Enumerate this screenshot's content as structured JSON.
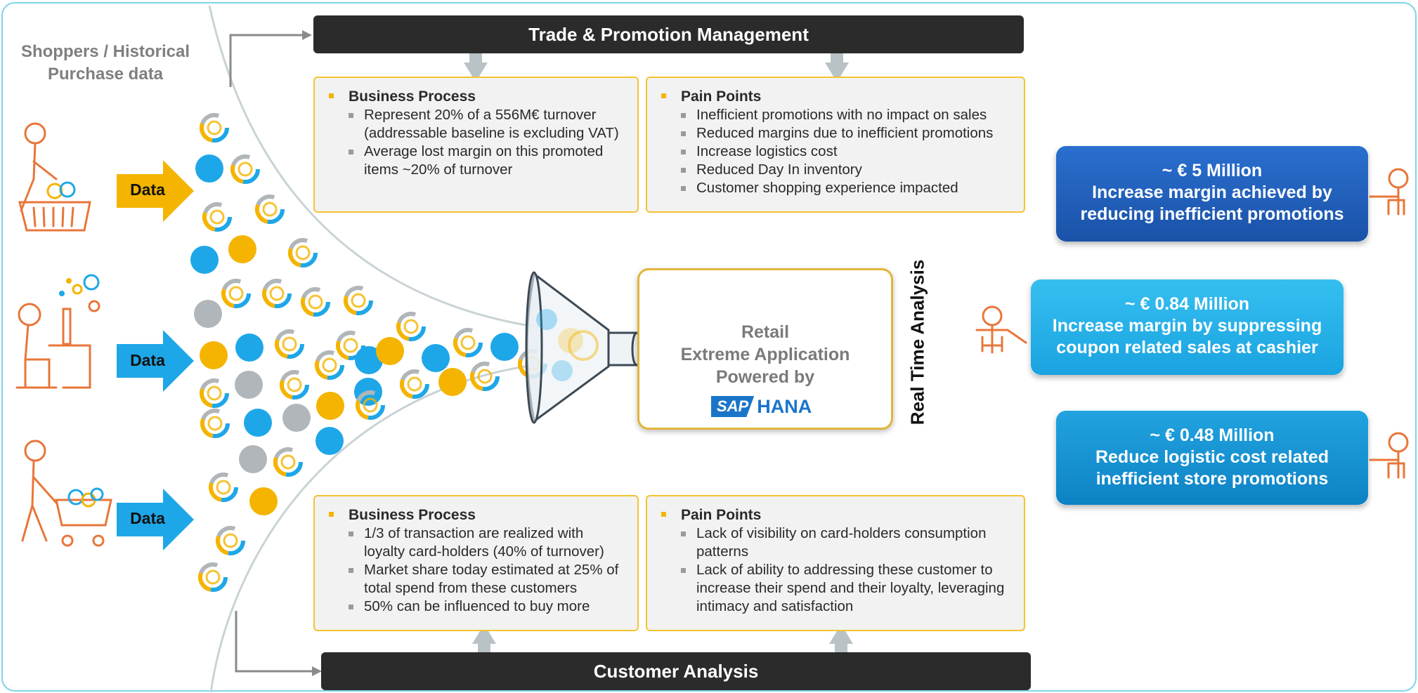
{
  "left_panel": {
    "title": "Shoppers / Historical Purchase data",
    "data_labels": [
      "Data",
      "Data",
      "Data"
    ]
  },
  "top_bar": {
    "title": "Trade & Promotion Management"
  },
  "top_boxes": [
    {
      "heading": "Business Process",
      "items": [
        "Represent 20% of a 556M€ turnover (addressable baseline is excluding VAT)",
        "Average lost margin on this promoted items ~20% of turnover"
      ]
    },
    {
      "heading": "Pain Points",
      "items": [
        "Inefficient promotions with no impact on sales",
        "Reduced margins due to inefficient promotions",
        "Increase logistics cost",
        "Reduced Day In inventory",
        "Customer shopping experience impacted"
      ]
    }
  ],
  "center": {
    "line1": "Retail",
    "line2": "Extreme Application",
    "line3": "Powered by",
    "logo_sap": "SAP",
    "logo_hana": "HANA"
  },
  "vertical_label": "Real Time Analysis",
  "bottom_boxes": [
    {
      "heading": "Business Process",
      "items": [
        "1/3 of transaction are realized with loyalty card-holders (40% of turnover)",
        "Market share today estimated at 25% of total spend from these customers",
        "50% can be influenced to buy more"
      ]
    },
    {
      "heading": "Pain Points",
      "items": [
        "Lack of visibility on card-holders consumption patterns",
        "Lack of ability to addressing these customer to increase their spend and their loyalty, leveraging intimacy and satisfaction"
      ]
    }
  ],
  "bottom_bar": {
    "title": "Customer Analysis"
  },
  "results": [
    {
      "amount": "~ € 5 Million",
      "line1": "Increase margin achieved by",
      "line2": "reducing inefficient promotions"
    },
    {
      "amount": "~ € 0.84 Million",
      "line1": "Increase margin by suppressing",
      "line2": "coupon related sales at cashier"
    },
    {
      "amount": "~ € 0.48 Million",
      "line1": "Reduce logistic cost related",
      "line2": "inefficient store promotions"
    }
  ],
  "colors": {
    "yellow": "#f4b400",
    "blue": "#1ea7e8",
    "gray": "#b0b6b9",
    "orange": "#e8763a",
    "dark_bar": "#2b2b2b",
    "result_1": "#1e5fb8",
    "result_2": "#22aee6",
    "result_3": "#138fd0"
  },
  "icons": [
    "shopper-basket-icon",
    "desktop-user-icon",
    "shopper-cart-icon",
    "presenter-icon",
    "person-icon",
    "sap-hana-logo",
    "funnel-icon"
  ]
}
